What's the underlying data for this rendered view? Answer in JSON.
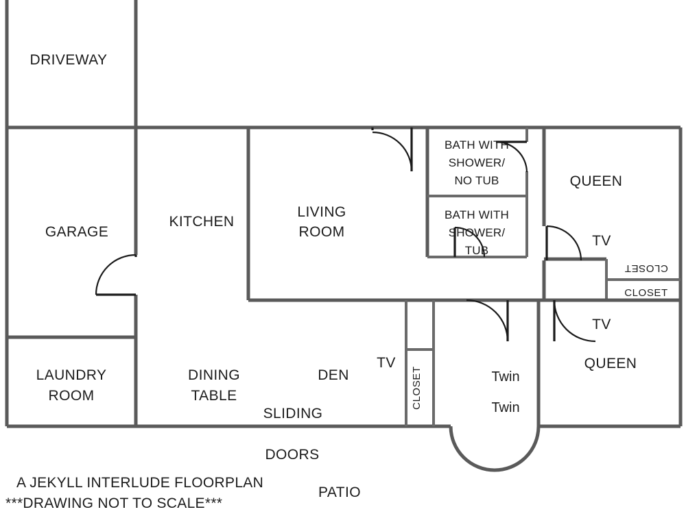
{
  "title": "A JEKYLL INTERLUDE FLOORPLAN",
  "caption": {
    "line1": "A JEKYLL INTERLUDE FLOORPLAN",
    "line2": "***DRAWING NOT TO SCALE***"
  },
  "colors": {
    "wall": "#5a5a5a",
    "door": "#1a1a1a",
    "text": "#1b1b1b",
    "background": "#ffffff"
  },
  "rooms": {
    "driveway": "DRIVEWAY",
    "garage": "GARAGE",
    "kitchen": "KITCHEN",
    "living_room_1": "LIVING",
    "living_room_2": "ROOM",
    "bath1_1": "BATH WITH",
    "bath1_2": "SHOWER/",
    "bath1_3": "NO TUB",
    "bath2_1": "BATH WITH",
    "bath2_2": "SHOWER/",
    "bath2_3": "TUB",
    "queen_top": "QUEEN",
    "queen_bottom": "QUEEN",
    "tv_top": "TV",
    "tv_bottom": "TV",
    "tv_den": "TV",
    "closet_right_upper": "CLOSET",
    "closet_right_lower": "CLOSET",
    "closet_hall": "CLOSET",
    "laundry_1": "LAUNDRY",
    "laundry_2": "ROOM",
    "dining_1": "DINING",
    "dining_2": "TABLE",
    "den": "DEN",
    "sliding": "SLIDING",
    "doors": "DOORS",
    "patio": "PATIO",
    "twin_1": "Twin",
    "twin_2": "Twin"
  },
  "chart_data": {
    "type": "table",
    "title": "A JEKYLL INTERLUDE FLOORPLAN",
    "note": "***DRAWING NOT TO SCALE***",
    "spaces": [
      {
        "name": "DRIVEWAY",
        "region": "top-left exterior"
      },
      {
        "name": "GARAGE",
        "region": "left"
      },
      {
        "name": "KITCHEN",
        "region": "left-center"
      },
      {
        "name": "LIVING ROOM",
        "region": "center-top"
      },
      {
        "name": "BATH WITH SHOWER/ NO TUB",
        "region": "center-right upper"
      },
      {
        "name": "BATH WITH SHOWER/ TUB",
        "region": "center-right lower"
      },
      {
        "name": "QUEEN",
        "region": "right-top",
        "amenity": "TV"
      },
      {
        "name": "QUEEN",
        "region": "right-bottom",
        "amenity": "TV"
      },
      {
        "name": "CLOSET",
        "region": "right-edge upper"
      },
      {
        "name": "CLOSET",
        "region": "right-edge lower"
      },
      {
        "name": "CLOSET",
        "region": "hallway"
      },
      {
        "name": "LAUNDRY ROOM",
        "region": "bottom-left"
      },
      {
        "name": "DINING TABLE",
        "region": "bottom-center-left"
      },
      {
        "name": "DEN",
        "region": "bottom-center",
        "amenity": "TV"
      },
      {
        "name": "Twin / Twin",
        "region": "bottom-center-right"
      },
      {
        "name": "SLIDING DOORS",
        "region": "bottom wall"
      },
      {
        "name": "PATIO",
        "region": "bottom exterior"
      }
    ]
  }
}
